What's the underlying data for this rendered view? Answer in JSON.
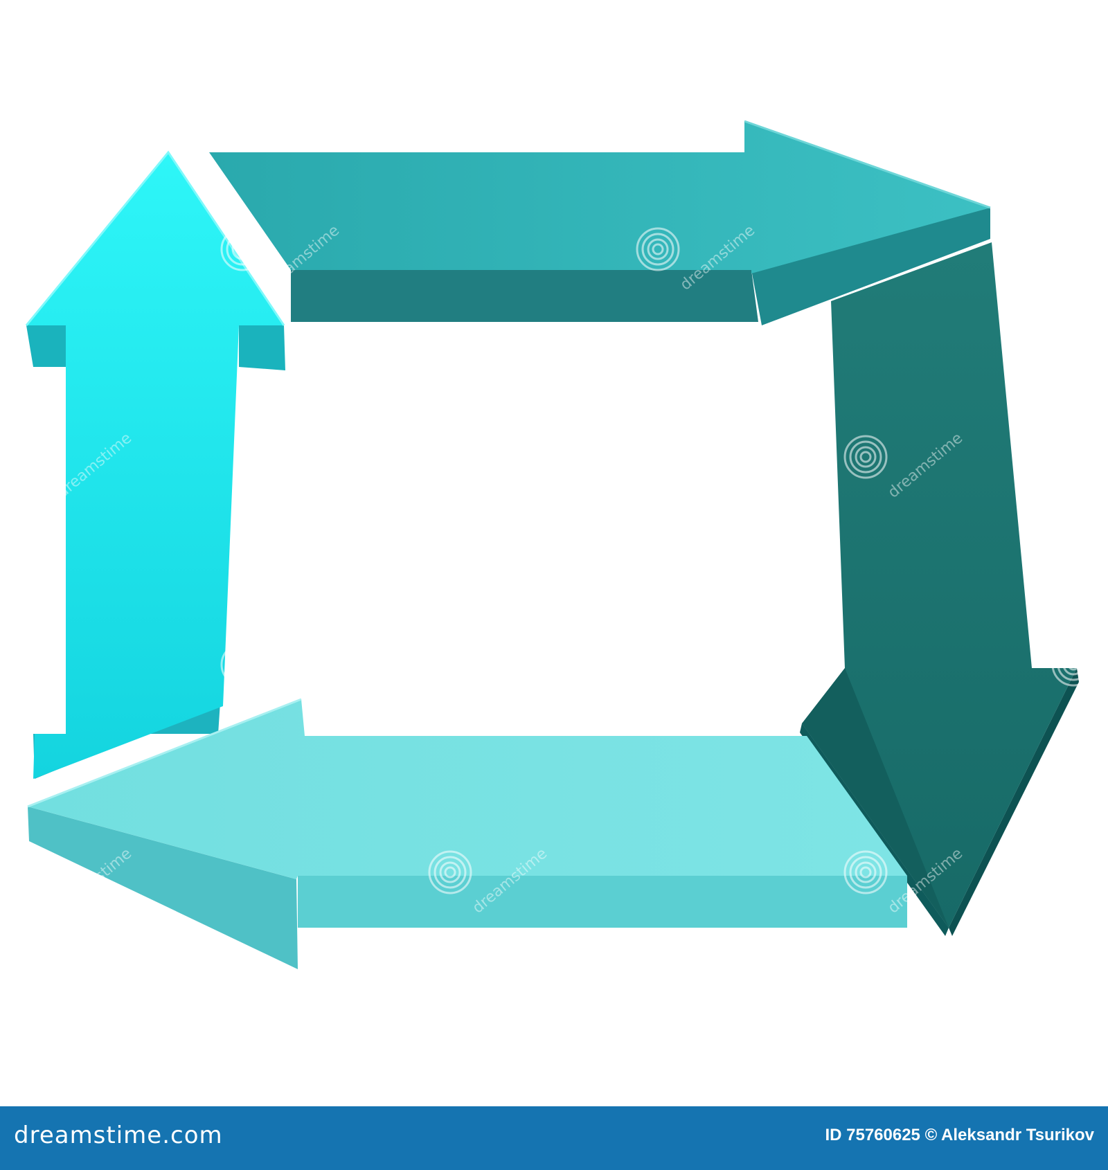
{
  "diagram": {
    "arrows": [
      {
        "direction": "up",
        "face_color": "#29ecf0",
        "side_color": "#1fb9c2"
      },
      {
        "direction": "right",
        "face_color": "#33b7ba",
        "side_color": "#207f82"
      },
      {
        "direction": "down",
        "face_color": "#1c7470",
        "side_color": "#0f5858"
      },
      {
        "direction": "left",
        "face_color": "#78e1e2",
        "side_color": "#55c4c8"
      }
    ]
  },
  "watermark": {
    "text": "dreamstime",
    "icon": "spiral-logo-icon"
  },
  "footer": {
    "brand": "dreamstime.com",
    "credit": "ID 75760625 © Aleksandr Tsurikov",
    "background": "#1574b1"
  }
}
